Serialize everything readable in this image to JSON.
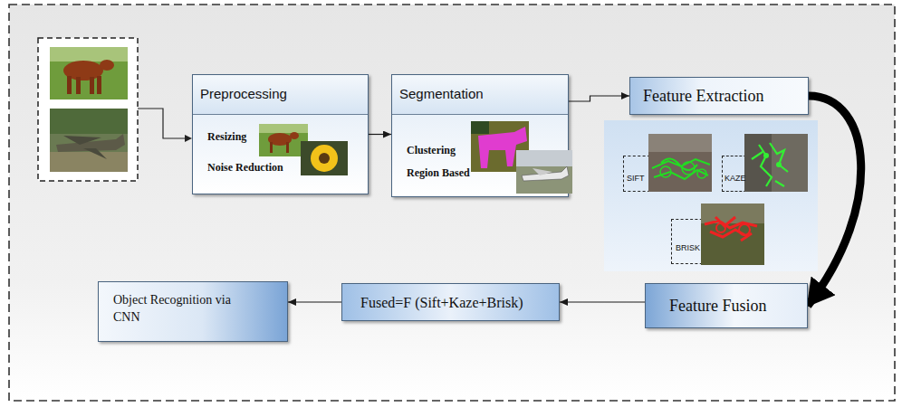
{
  "diagram": {
    "nodes": [
      {
        "text": [
          "Preprocessing",
          "Resizing",
          "Noise Reduction"
        ]
      },
      {
        "text": [
          "Segmentation",
          "Clustering",
          "Region Based"
        ]
      },
      {
        "text": [
          "Feature Extraction"
        ]
      },
      {
        "text": [
          "SIFT"
        ]
      },
      {
        "text": [
          "KAZE"
        ]
      },
      {
        "text": [
          "BRISK"
        ]
      },
      {
        "text": [
          "Feature Fusion"
        ]
      },
      {
        "text": [
          "Fused=F (Sift+Kaze+Brisk)"
        ]
      },
      {
        "text": [
          "Object Recognition via CNN"
        ]
      }
    ],
    "edges": [
      {
        "from": 0,
        "to": 1,
        "arrow": "to"
      },
      {
        "from": 1,
        "to": 2,
        "arrow": "to"
      },
      {
        "from": 2,
        "to": 6,
        "arrow": "to"
      },
      {
        "from": 6,
        "to": 7,
        "arrow": "to"
      },
      {
        "from": 7,
        "to": 8,
        "arrow": "to"
      }
    ]
  }
}
